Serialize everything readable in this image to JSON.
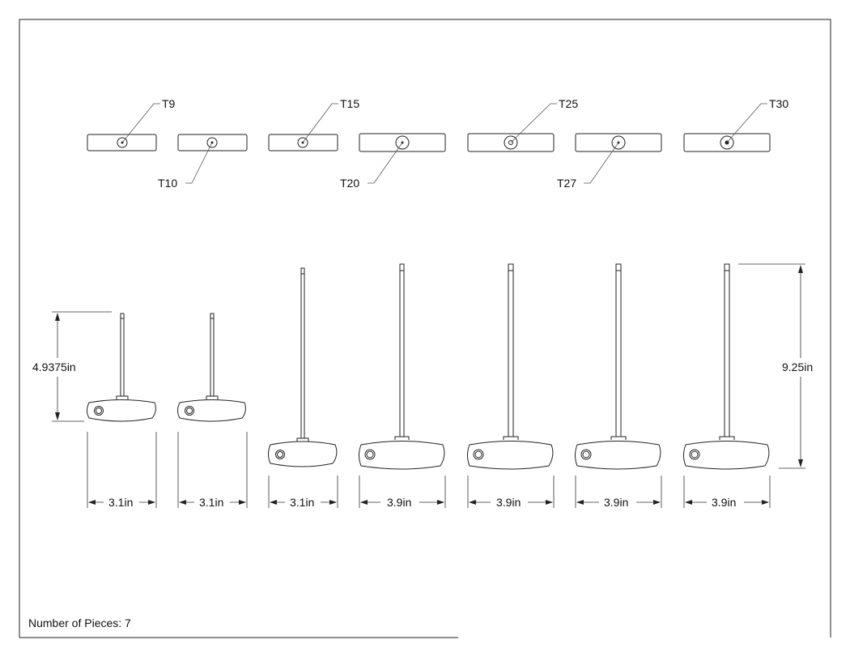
{
  "tools": [
    {
      "size": "T9",
      "width": "3.1in"
    },
    {
      "size": "T10",
      "width": "3.1in"
    },
    {
      "size": "T15",
      "width": "3.1in"
    },
    {
      "size": "T20",
      "width": "3.9in"
    },
    {
      "size": "T25",
      "width": "3.9in"
    },
    {
      "size": "T27",
      "width": "3.9in"
    },
    {
      "size": "T30",
      "width": "3.9in"
    }
  ],
  "heights": {
    "short": "4.9375in",
    "long": "9.25in"
  },
  "footer": {
    "pieces": "Number of Pieces: 7"
  },
  "colors": {
    "stroke": "#222222",
    "text": "#111111"
  }
}
